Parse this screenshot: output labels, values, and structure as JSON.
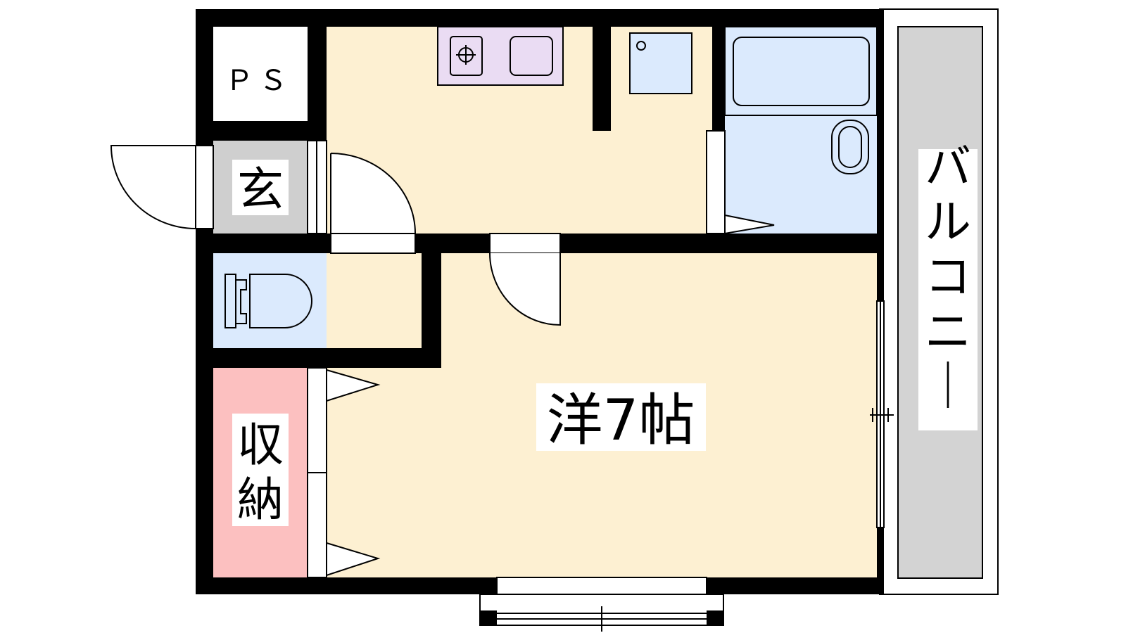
{
  "floorplan": {
    "rooms": {
      "ps": "ＰＳ",
      "entrance": "玄",
      "storage_line1": "収",
      "storage_line2": "納",
      "western_room": "洋7帖",
      "balcony": "バルコニー"
    },
    "colors": {
      "wall": "#000000",
      "kitchen_floor": "#fdf0d2",
      "western_room_floor": "#fdf0d2",
      "bathroom": "#dbeafd",
      "toilet": "#dbeafd",
      "entrance_floor": "#cfcfcf",
      "storage": "#fcc0c0",
      "balcony": "#d3d3d3",
      "stove": "#eadcf3",
      "label_bg": "#ffffff"
    }
  }
}
